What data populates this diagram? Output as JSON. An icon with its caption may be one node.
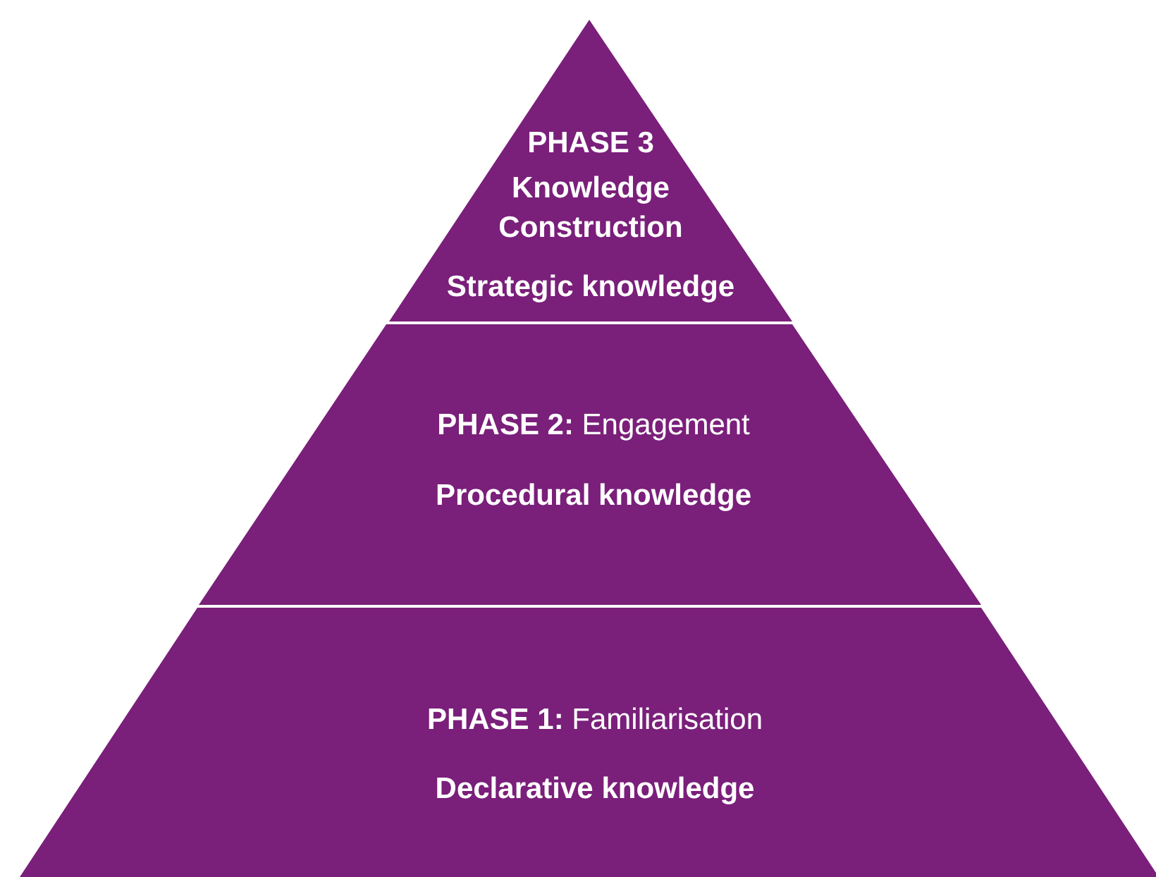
{
  "diagram": {
    "nodes": [
      {
        "text": [
          "PHASE 3",
          "Knowledge Construction",
          "Strategic knowledge"
        ]
      },
      {
        "text": [
          "**PHASE 2:** Engagement",
          "Procedural knowledge"
        ]
      },
      {
        "text": [
          "**PHASE 1:** Familiarisation",
          "Declarative knowledge"
        ]
      }
    ],
    "edges": []
  }
}
